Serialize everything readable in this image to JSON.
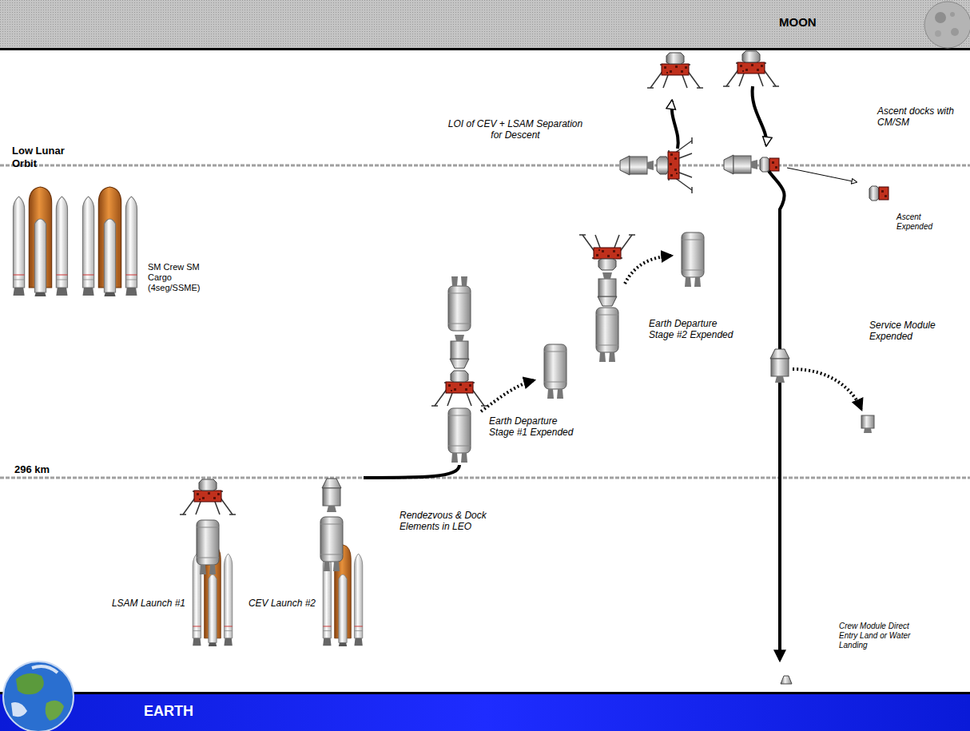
{
  "diagram": {
    "nodes": [
      {
        "text": [
          "MOON"
        ]
      },
      {
        "text": [
          "EARTH"
        ]
      }
    ],
    "labels": [
      "Low Lunar Orbit",
      "LOI of CEV + LSAM Separation for Descent",
      "Ascent docks with CM/SM",
      "Ascent Expended",
      "SM Crew SM Cargo (4seg/SSME)",
      "Earth Departure Stage #2 Expended",
      "Service Module Expended",
      "Earth Departure Stage #1 Expended",
      "296 km",
      "Rendezvous & Dock Elements in LEO",
      "LSAM Launch #1",
      "CEV Launch #2",
      "Crew Module Direct Entry Land or Water Landing"
    ]
  }
}
